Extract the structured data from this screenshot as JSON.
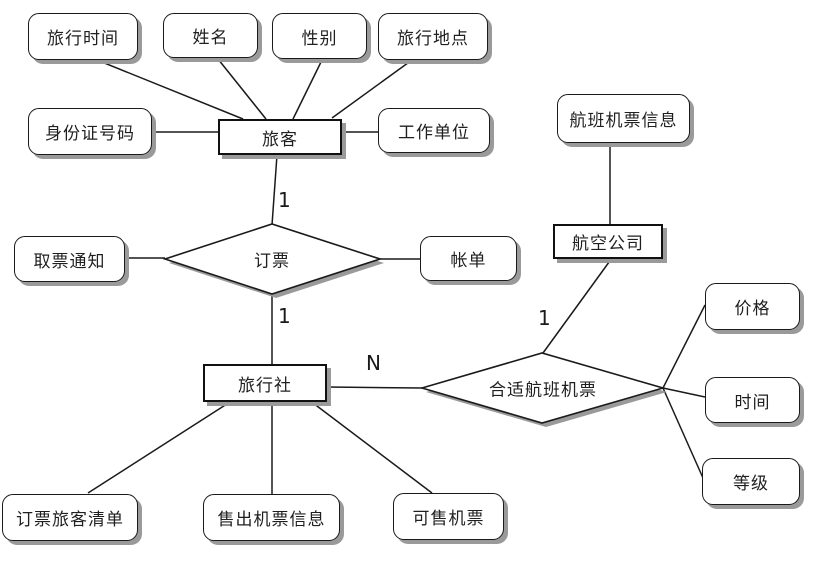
{
  "diagram": {
    "type": "er-diagram",
    "colors": {
      "background": "#ffffff",
      "stroke": "#1a1a1a",
      "shape_fill": "#ffffff",
      "shadow": "#9a9a9a"
    },
    "entities": [
      {
        "label": "旅客"
      },
      {
        "label": "航空公司"
      },
      {
        "label": "旅行社"
      }
    ],
    "relationships": [
      {
        "label": "订票"
      },
      {
        "label": "合适航班机票"
      }
    ],
    "attributes": [
      {
        "label": "旅行时间"
      },
      {
        "label": "姓名"
      },
      {
        "label": "性别"
      },
      {
        "label": "旅行地点"
      },
      {
        "label": "身份证号码"
      },
      {
        "label": "工作单位"
      },
      {
        "label": "航班机票信息"
      },
      {
        "label": "取票通知"
      },
      {
        "label": "帐单"
      },
      {
        "label": "价格"
      },
      {
        "label": "时间"
      },
      {
        "label": "等级"
      },
      {
        "label": "订票旅客清单"
      },
      {
        "label": "售出机票信息"
      },
      {
        "label": "可售机票"
      }
    ],
    "cardinalities": [
      {
        "label": "1",
        "position": "passenger-to-booking"
      },
      {
        "label": "1",
        "position": "booking-to-travel-agency"
      },
      {
        "label": "1",
        "position": "airline-to-suitable-flight"
      },
      {
        "label": "N",
        "position": "travel-agency-to-suitable-flight"
      }
    ],
    "connections": [
      {
        "from": "旅行时间",
        "to": "旅客"
      },
      {
        "from": "姓名",
        "to": "旅客"
      },
      {
        "from": "性别",
        "to": "旅客"
      },
      {
        "from": "旅行地点",
        "to": "旅客"
      },
      {
        "from": "身份证号码",
        "to": "旅客"
      },
      {
        "from": "旅客",
        "to": "工作单位"
      },
      {
        "from": "旅客",
        "to": "订票",
        "cardinality": "1"
      },
      {
        "from": "取票通知",
        "to": "订票"
      },
      {
        "from": "订票",
        "to": "帐单"
      },
      {
        "from": "订票",
        "to": "旅行社",
        "cardinality": "1"
      },
      {
        "from": "航班机票信息",
        "to": "航空公司"
      },
      {
        "from": "航空公司",
        "to": "合适航班机票",
        "cardinality": "1"
      },
      {
        "from": "旅行社",
        "to": "合适航班机票",
        "cardinality": "N"
      },
      {
        "from": "合适航班机票",
        "to": "价格"
      },
      {
        "from": "合适航班机票",
        "to": "时间"
      },
      {
        "from": "合适航班机票",
        "to": "等级"
      },
      {
        "from": "旅行社",
        "to": "订票旅客清单"
      },
      {
        "from": "旅行社",
        "to": "售出机票信息"
      },
      {
        "from": "旅行社",
        "to": "可售机票"
      }
    ]
  }
}
